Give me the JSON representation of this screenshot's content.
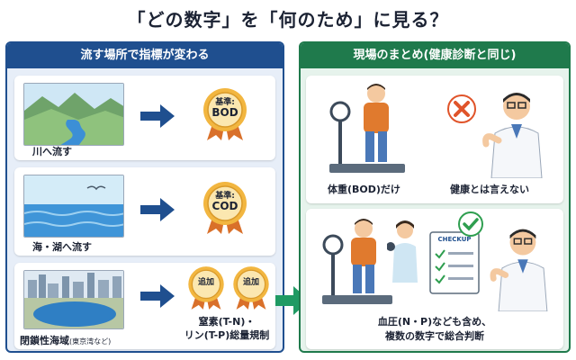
{
  "title": "「どの数字」を「何のため」に見る？",
  "left_panel": {
    "header": "流す場所で指標が変わる",
    "rows": [
      {
        "scene_label": "川へ流す",
        "badges": [
          {
            "line1": "基準:",
            "line2": "BOD"
          }
        ],
        "caption": ""
      },
      {
        "scene_label": "海・湖へ流す",
        "badges": [
          {
            "line1": "基準:",
            "line2": "COD"
          }
        ],
        "caption": ""
      },
      {
        "scene_label": "閉鎖性海域",
        "scene_label_small": "(東京湾など)",
        "badges": [
          {
            "line1": "追加",
            "line2": ""
          },
          {
            "line1": "追加",
            "line2": ""
          }
        ],
        "caption_line1": "窒素(T-N)・",
        "caption_line2": "リン(T-P)総量規制"
      }
    ]
  },
  "right_panel": {
    "header": "現場のまとめ(健康診断と同じ)",
    "top_card": {
      "left_label": "体重(BOD)だけ",
      "right_label": "健康とは言えない"
    },
    "bottom_card": {
      "clipboard_text": "CHECKUP",
      "label_line1": "血圧(N・P)なども含め、",
      "label_line2": "複数の数字で総合判断"
    }
  },
  "colors": {
    "navy": "#1f4f8f",
    "green": "#1f7a4c",
    "orange": "#e07a2e",
    "badge_ribbon": "#d9702a",
    "badge_gold": "#f2b640",
    "cross": "#e0542a",
    "check": "#2e9e4f"
  },
  "icons": [
    "river-landscape-icon",
    "sea-landscape-icon",
    "closed-bay-city-icon",
    "right-arrow-icon",
    "award-badge-icon",
    "person-on-scale-icon",
    "doctor-icon",
    "cross-mark-icon",
    "check-mark-icon",
    "clipboard-icon",
    "blood-pressure-icon"
  ]
}
